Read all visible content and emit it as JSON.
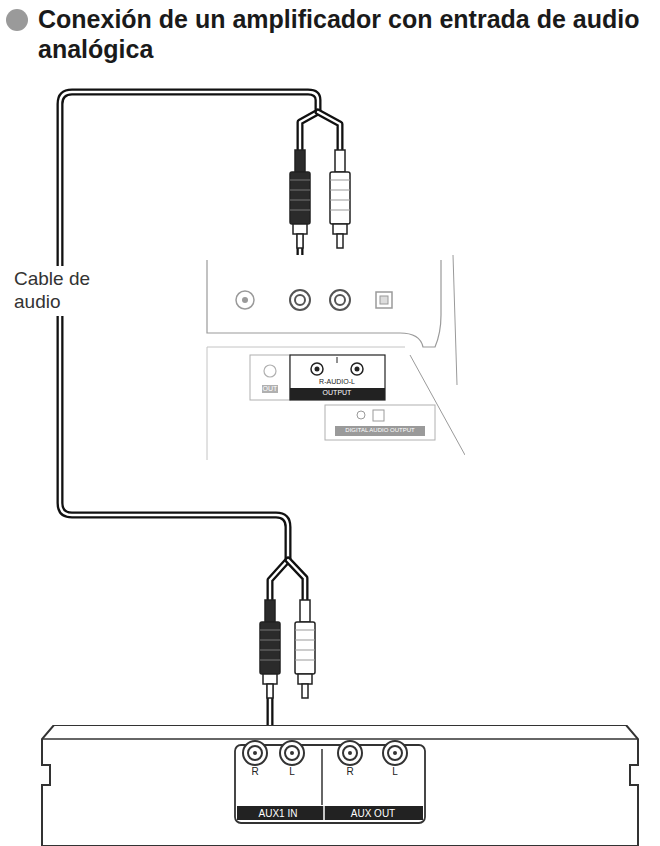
{
  "diagram": {
    "title": "Conexión de un amplificador con entrada de audio analógica",
    "nodes": [
      {
        "text": [
          "OUT",
          "R-AUDIO-L",
          "OUTPUT",
          "DIGITAL AUDIO OUTPUT"
        ]
      },
      {
        "text": [
          "R",
          "L",
          "R",
          "L",
          "AUX1 IN",
          "AUX OUT"
        ]
      }
    ],
    "edges": [
      {
        "from": 0,
        "to": 1,
        "arrow": "none",
        "label": "Cable de audio"
      }
    ]
  }
}
